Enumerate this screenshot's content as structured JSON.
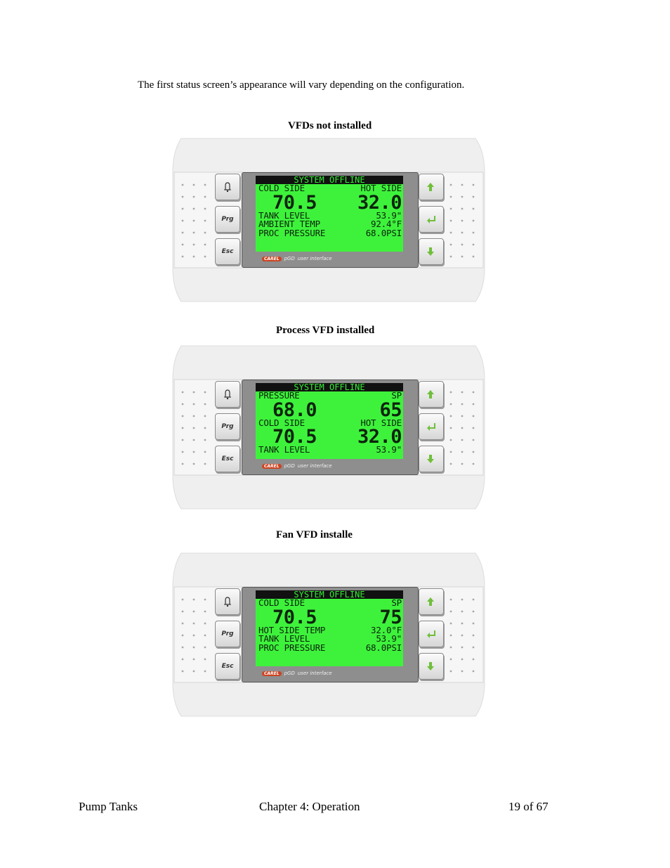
{
  "intro": "The first status screen’s appearance will vary depending on the configuration.",
  "panels": [
    {
      "caption": "VFDs not installed",
      "title": "SYSTEM OFFLINE",
      "lines": [
        {
          "kind": "sm",
          "left": "COLD SIDE",
          "right": "HOT SIDE"
        },
        {
          "kind": "big",
          "left": "70.5",
          "right": "32.0"
        },
        {
          "kind": "sm",
          "left": "TANK LEVEL",
          "right": "53.9\""
        },
        {
          "kind": "sm",
          "left": "AMBIENT TEMP",
          "right": "92.4°F"
        },
        {
          "kind": "sm",
          "left": "PROC PRESSURE",
          "right": "68.0PSI"
        }
      ]
    },
    {
      "caption": "Process VFD installed",
      "title": "SYSTEM OFFLINE",
      "lines": [
        {
          "kind": "sm",
          "left": "PRESSURE",
          "right": "SP"
        },
        {
          "kind": "big",
          "left": "68.0",
          "right": "65"
        },
        {
          "kind": "sm",
          "left": "COLD SIDE",
          "right": "HOT SIDE"
        },
        {
          "kind": "big",
          "left": "70.5",
          "right": "32.0"
        },
        {
          "kind": "sm",
          "left": "TANK LEVEL",
          "right": "53.9\""
        }
      ]
    },
    {
      "caption": "Fan VFD installe",
      "title": "SYSTEM OFFLINE",
      "lines": [
        {
          "kind": "sm",
          "left": "COLD SIDE",
          "right": "SP"
        },
        {
          "kind": "big",
          "left": "70.5",
          "right": "75"
        },
        {
          "kind": "sm",
          "left": "HOT SIDE TEMP",
          "right": "32.0°F"
        },
        {
          "kind": "sm",
          "left": "TANK LEVEL",
          "right": "53.9\""
        },
        {
          "kind": "sm",
          "left": "PROC PRESSURE",
          "right": "68.0PSI"
        }
      ]
    }
  ],
  "keys": {
    "prg": "Prg",
    "esc": "Esc"
  },
  "brand": {
    "logo": "CAREL",
    "name": "pGD",
    "suffix": "user interface"
  },
  "icons": [
    "alarm-bell-icon",
    "up-arrow-icon",
    "enter-icon",
    "down-arrow-icon"
  ],
  "colors": {
    "lcd": "#3ef23c",
    "lcd_text": "#0c240c",
    "arrow": "#6fbf3a"
  },
  "footer": {
    "left": "Pump Tanks",
    "center": "Chapter 4: Operation",
    "right": "19 of 67"
  }
}
